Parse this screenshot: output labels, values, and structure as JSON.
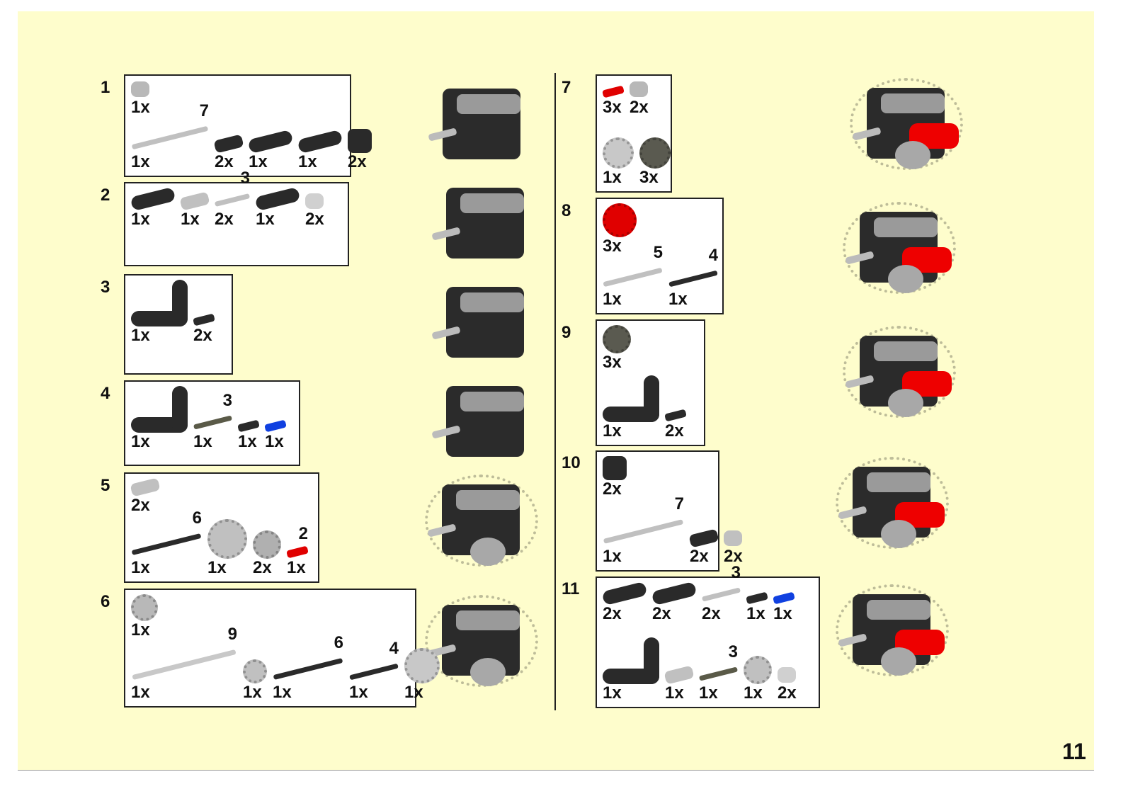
{
  "page_number": "11",
  "colors": {
    "background": "#fefdcc",
    "red": "#e00000",
    "blue": "#1040e0",
    "black": "#2a2a2a",
    "gray": "#b8b8b8",
    "dark_tan": "#5a5a48"
  },
  "steps": [
    {
      "number": "1",
      "rows": [
        [
          {
            "type": "bush",
            "color": "#b8b8b8",
            "qty": "1x"
          }
        ],
        [
          {
            "type": "axle",
            "color": "#c0c0c0",
            "length": "7",
            "qty": "1x",
            "w": 110
          },
          {
            "type": "conn",
            "color": "#2a2a2a",
            "qty": "2x"
          },
          {
            "type": "beam",
            "qty": "1x"
          },
          {
            "type": "beam",
            "qty": "1x"
          },
          {
            "type": "block",
            "qty": "2x"
          }
        ]
      ]
    },
    {
      "number": "2",
      "rows": [
        [
          {
            "type": "beam",
            "qty": "1x"
          },
          {
            "type": "conn",
            "color": "#c0c0c0",
            "qty": "1x"
          },
          {
            "type": "axle",
            "color": "#c0c0c0",
            "length": "3",
            "qty": "2x",
            "w": 50
          },
          {
            "type": "beam",
            "qty": "1x"
          },
          {
            "type": "bush",
            "color": "#d0d0d0",
            "qty": "2x"
          }
        ]
      ]
    },
    {
      "number": "3",
      "rows": [
        [
          {
            "type": "lbeam",
            "qty": "1x"
          },
          {
            "type": "pin",
            "color": "#2a2a2a",
            "qty": "2x"
          }
        ]
      ]
    },
    {
      "number": "4",
      "rows": [
        [
          {
            "type": "lbeam",
            "qty": "1x"
          },
          {
            "type": "axle",
            "color": "#5a5a48",
            "length": "3",
            "qty": "1x",
            "w": 55
          },
          {
            "type": "pin",
            "color": "#2a2a2a",
            "qty": "1x"
          },
          {
            "type": "pin",
            "color": "#1040e0",
            "qty": "1x"
          }
        ]
      ]
    },
    {
      "number": "5",
      "rows": [
        [
          {
            "type": "conn",
            "color": "#c0c0c0",
            "qty": "2x"
          }
        ],
        [
          {
            "type": "axle",
            "color": "#2a2a2a",
            "length": "6",
            "qty": "1x",
            "w": 100
          },
          {
            "type": "gear",
            "color": "#c0c0c0",
            "size": 56,
            "qty": "1x"
          },
          {
            "type": "gear",
            "color": "#b0b0b0",
            "size": 40,
            "qty": "2x"
          },
          {
            "type": "pin",
            "color": "#e00000",
            "length": "2",
            "qty": "1x"
          }
        ]
      ]
    },
    {
      "number": "6",
      "rows": [
        [
          {
            "type": "gear",
            "color": "#b8b8b8",
            "size": 38,
            "qty": "1x"
          }
        ],
        [
          {
            "type": "axle",
            "color": "#c8c8c8",
            "length": "9",
            "qty": "1x",
            "w": 150
          },
          {
            "type": "gear",
            "color": "#c0c0c0",
            "size": 34,
            "qty": "1x"
          },
          {
            "type": "axle",
            "color": "#2a2a2a",
            "length": "6",
            "qty": "1x",
            "w": 100
          },
          {
            "type": "axle",
            "color": "#2a2a2a",
            "length": "4",
            "qty": "1x",
            "w": 70
          },
          {
            "type": "gear",
            "color": "#c8c8c8",
            "size": 50,
            "qty": "1x"
          }
        ]
      ]
    },
    {
      "number": "7",
      "rows": [
        [
          {
            "type": "pin",
            "color": "#e00000",
            "qty": "3x"
          },
          {
            "type": "bush",
            "color": "#b8b8b8",
            "qty": "2x"
          }
        ],
        [
          {
            "type": "gear",
            "color": "#c8c8c8",
            "size": 44,
            "qty": "1x"
          },
          {
            "type": "gear",
            "color": "#5a5a50",
            "size": 44,
            "qty": "3x"
          }
        ]
      ]
    },
    {
      "number": "8",
      "rows": [
        [
          {
            "type": "gear",
            "color": "#e00000",
            "size": 48,
            "qty": "3x"
          }
        ],
        [
          {
            "type": "axle",
            "color": "#c0c0c0",
            "length": "5",
            "qty": "1x",
            "w": 85
          },
          {
            "type": "axle",
            "color": "#2a2a2a",
            "length": "4",
            "qty": "1x",
            "w": 70
          }
        ]
      ]
    },
    {
      "number": "9",
      "rows": [
        [
          {
            "type": "gear",
            "color": "#5a5a50",
            "size": 40,
            "qty": "3x"
          }
        ],
        [
          {
            "type": "lbeam",
            "qty": "1x"
          },
          {
            "type": "pin",
            "color": "#2a2a2a",
            "qty": "2x"
          }
        ]
      ]
    },
    {
      "number": "10",
      "rows": [
        [
          {
            "type": "block",
            "qty": "2x"
          }
        ],
        [
          {
            "type": "axle",
            "color": "#c0c0c0",
            "length": "7",
            "qty": "1x",
            "w": 115
          },
          {
            "type": "conn",
            "color": "#2a2a2a",
            "qty": "2x"
          },
          {
            "type": "bush",
            "color": "#c0c0c0",
            "qty": "2x"
          }
        ]
      ]
    },
    {
      "number": "11",
      "rows": [
        [
          {
            "type": "beam",
            "qty": "2x"
          },
          {
            "type": "beam",
            "qty": "2x"
          },
          {
            "type": "axle",
            "color": "#c0c0c0",
            "length": "3",
            "qty": "2x",
            "w": 55
          },
          {
            "type": "pin",
            "color": "#2a2a2a",
            "qty": "1x"
          },
          {
            "type": "pin",
            "color": "#1040e0",
            "qty": "1x"
          }
        ],
        [
          {
            "type": "lbeam",
            "qty": "1x"
          },
          {
            "type": "conn",
            "color": "#c0c0c0",
            "qty": "1x"
          },
          {
            "type": "axle",
            "color": "#5a5a48",
            "length": "3",
            "qty": "1x",
            "w": 55
          },
          {
            "type": "gear",
            "color": "#c0c0c0",
            "size": 40,
            "qty": "1x"
          },
          {
            "type": "bush",
            "color": "#d0d0d0",
            "qty": "2x"
          }
        ]
      ]
    }
  ]
}
